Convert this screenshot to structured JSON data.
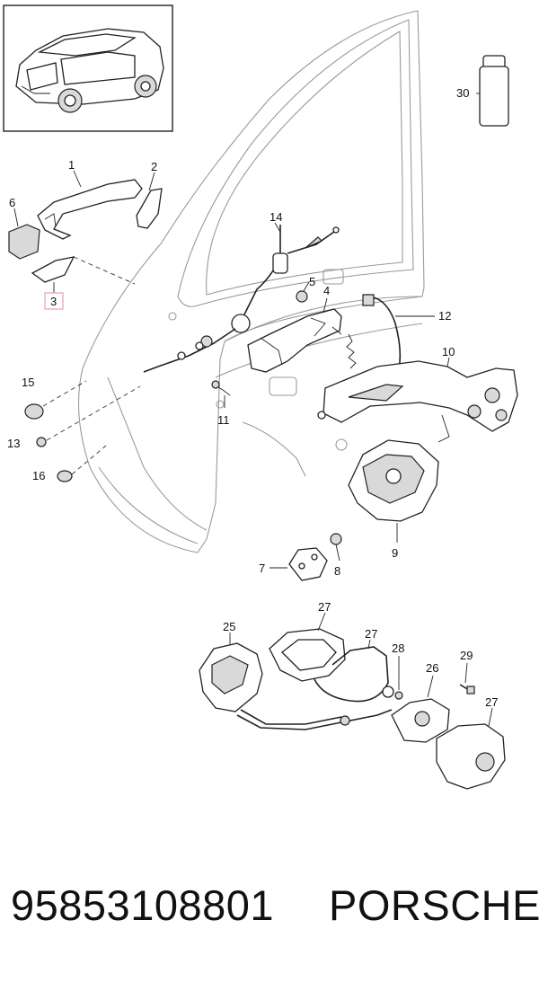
{
  "diagram": {
    "highlight_color": "#e8a0aa",
    "callouts": [
      {
        "id": "1",
        "label": "1"
      },
      {
        "id": "2",
        "label": "2"
      },
      {
        "id": "3",
        "label": "3",
        "highlighted": true
      },
      {
        "id": "4",
        "label": "4"
      },
      {
        "id": "5",
        "label": "5"
      },
      {
        "id": "6",
        "label": "6"
      },
      {
        "id": "7",
        "label": "7"
      },
      {
        "id": "8",
        "label": "8"
      },
      {
        "id": "9",
        "label": "9"
      },
      {
        "id": "10",
        "label": "10"
      },
      {
        "id": "11",
        "label": "11"
      },
      {
        "id": "12",
        "label": "12"
      },
      {
        "id": "13",
        "label": "13"
      },
      {
        "id": "14",
        "label": "14"
      },
      {
        "id": "15",
        "label": "15"
      },
      {
        "id": "16",
        "label": "16"
      },
      {
        "id": "25",
        "label": "25"
      },
      {
        "id": "26",
        "label": "26"
      },
      {
        "id": "27a",
        "label": "27"
      },
      {
        "id": "27b",
        "label": "27"
      },
      {
        "id": "27c",
        "label": "27"
      },
      {
        "id": "28",
        "label": "28"
      },
      {
        "id": "29",
        "label": "29"
      },
      {
        "id": "30",
        "label": "30"
      }
    ]
  },
  "footer": {
    "part_number": "95853108801",
    "brand": "PORSCHE"
  }
}
